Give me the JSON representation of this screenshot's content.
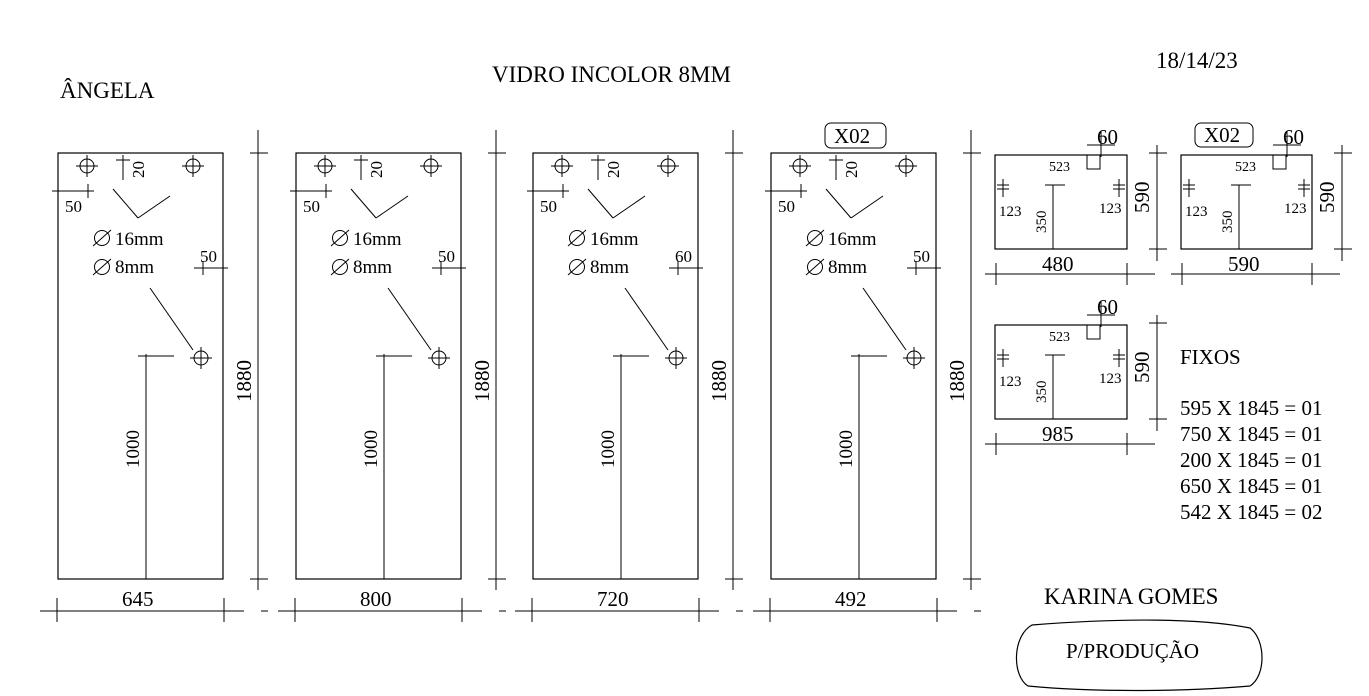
{
  "header": {
    "client": "ÂNGELA",
    "material": "VIDRO INCOLOR 8MM",
    "date": "18/14/23"
  },
  "panels": [
    {
      "width": "645",
      "height": "1880",
      "edge_top": "20",
      "edge_left": "50",
      "edge_right": "50",
      "handle_height": "1000",
      "hole_large": "16mm",
      "hole_small": "8mm",
      "qty": ""
    },
    {
      "width": "800",
      "height": "1880",
      "edge_top": "20",
      "edge_left": "50",
      "edge_right": "50",
      "handle_height": "1000",
      "hole_large": "16mm",
      "hole_small": "8mm",
      "qty": ""
    },
    {
      "width": "720",
      "height": "1880",
      "edge_top": "20",
      "edge_left": "50",
      "edge_right": "60",
      "handle_height": "1000",
      "hole_large": "16mm",
      "hole_small": "8mm",
      "qty": ""
    },
    {
      "width": "492",
      "height": "1880",
      "edge_top": "20",
      "edge_left": "50",
      "edge_right": "50",
      "handle_height": "1000",
      "hole_large": "16mm",
      "hole_small": "8mm",
      "qty": "X02"
    }
  ],
  "small_panels": [
    {
      "width": "480",
      "height": "590",
      "notch": "60",
      "notch_pos": "523",
      "left": "123",
      "right": "123",
      "center": "350",
      "qty": ""
    },
    {
      "width": "590",
      "height": "590",
      "notch": "60",
      "notch_pos": "523",
      "left": "123",
      "right": "123",
      "center": "350",
      "qty": "X02"
    },
    {
      "width": "985",
      "height": "590",
      "notch": "60",
      "notch_pos": "523",
      "left": "123",
      "right": "123",
      "center": "350",
      "qty": ""
    }
  ],
  "fixos": {
    "title": "FIXOS",
    "items": [
      "595 X 1845 = 01",
      "750 X 1845 = 01",
      "200 X 1845 = 01",
      "650 X 1845 = 01",
      "542 X 1845 = 02"
    ]
  },
  "footer": {
    "author": "KARINA GOMES",
    "stamp": "P/PRODUÇÃO"
  }
}
